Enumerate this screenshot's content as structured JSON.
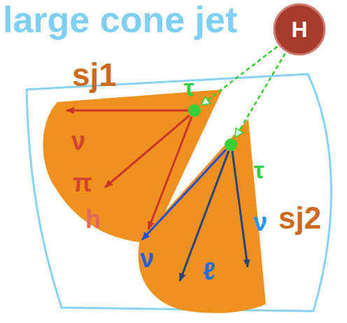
{
  "diagram": {
    "nodes": [
      {
        "text": [
          "large cone jet"
        ]
      },
      {
        "text": [
          "H"
        ]
      },
      {
        "text": [
          "sj1"
        ],
        "in": 0
      },
      {
        "text": [
          "τ"
        ],
        "in": 2
      },
      {
        "text": [
          "sj2"
        ],
        "in": 0
      },
      {
        "text": [
          "τ"
        ],
        "in": 4
      }
    ],
    "edges": [
      {
        "from": 1,
        "to": 3,
        "arrow": "to"
      },
      {
        "from": 1,
        "to": 5,
        "arrow": "to"
      }
    ],
    "labels": [
      "ν",
      "π",
      "h",
      "ν",
      "ℓ",
      "ν"
    ]
  }
}
